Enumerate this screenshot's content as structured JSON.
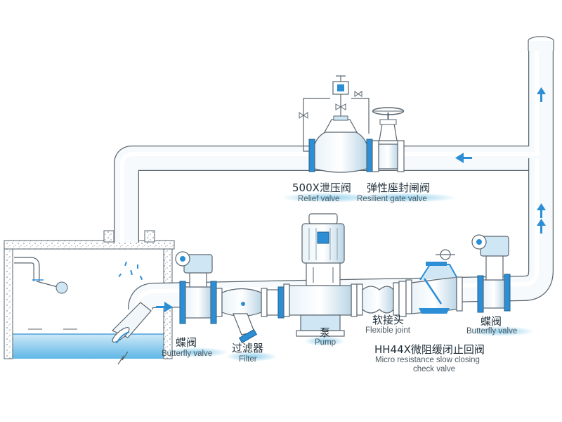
{
  "labels": {
    "relief_cn": "500X泄压阀",
    "relief_en": "Relief valve",
    "gate_cn": "弹性座封闸阀",
    "gate_en": "Resilient  gate valve",
    "butterfly_left_cn": "蝶阀",
    "butterfly_left_en": "Butterfly valve",
    "filter_cn": "过滤器",
    "filter_en": "Filter",
    "pump_cn": "泵",
    "pump_en": "Pump",
    "flex_cn": "软接头",
    "flex_en": "Flexible joint",
    "butterfly_right_cn": "蝶阀",
    "butterfly_right_en": "Butterfly valve",
    "check_cn": "HH44X微阻缓闭止回阀",
    "check_en_1": "Micro resistance slow closing",
    "check_en_2": "check valve"
  },
  "colors": {
    "pipe_stroke": "#5a6670",
    "accent_blue": "#2c8fd6",
    "water": "#7fc6ea",
    "valve_fill": "#cfe6f4"
  }
}
